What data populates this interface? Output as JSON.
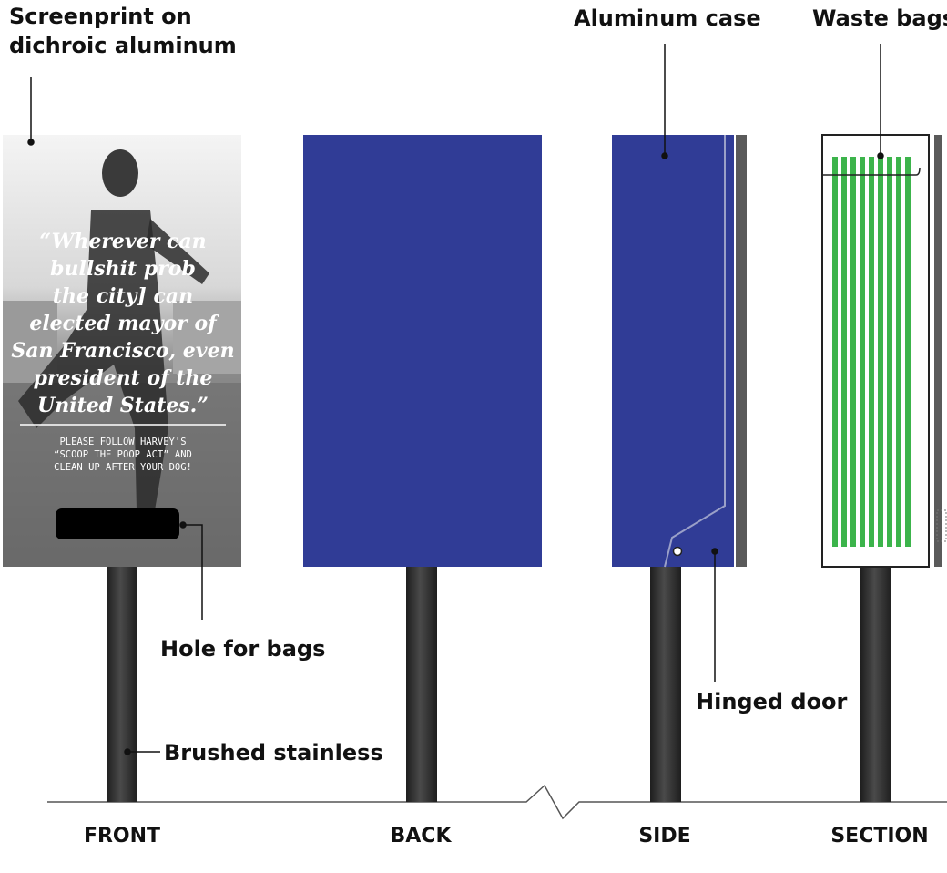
{
  "callouts": {
    "screenprint": [
      "Screenprint on",
      "dichroic aluminum"
    ],
    "case": "Aluminum case",
    "bags": "Waste bags",
    "hole": "Hole for bags",
    "post": "Brushed stainless",
    "door": "Hinged door"
  },
  "views": {
    "front": "FRONT",
    "back": "BACK",
    "side": "SIDE",
    "section": "SECTION"
  },
  "panel": {
    "quote": [
      "“Wherever can",
      "bullshit prob",
      "the city] can",
      "elected mayor of",
      "San Francisco, even",
      "president of the",
      "United States.”"
    ],
    "notice": [
      "PLEASE FOLLOW HARVEY'S",
      "“SCOOP THE POOP ACT” AND",
      "CLEAN UP AFTER YOUR DOG!"
    ]
  },
  "colors": {
    "case_blue": "#303c96",
    "bag_green": "#3cb44b",
    "post_dark": "#2f2f2f",
    "ink": "#111111"
  }
}
